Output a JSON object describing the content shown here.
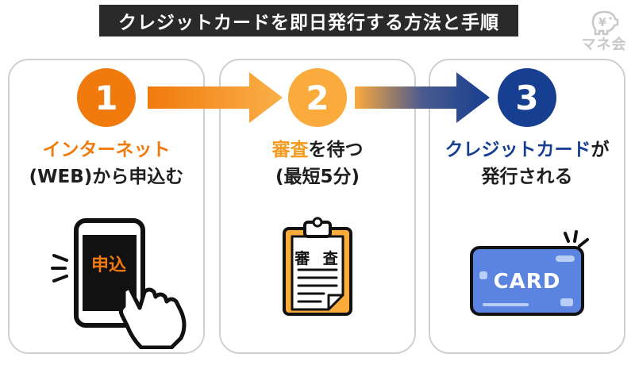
{
  "title": "クレジットカードを即日発行する方法と手順",
  "logo": {
    "text": "マネ会",
    "symbol": "¥"
  },
  "colors": {
    "orange": "#f07a0c",
    "yellow": "#fbaa3c",
    "blue": "#163e91",
    "card_blue": "#5b83e0"
  },
  "steps": [
    {
      "number": "1",
      "highlight": "インターネット",
      "line2": "(WEB)から申込む",
      "illustration_text": "申込",
      "icon": "smartphone-tap-icon"
    },
    {
      "number": "2",
      "highlight": "審査",
      "line1_rest": "を待つ",
      "line2": "(最短5分)",
      "illustration_text": "審 査",
      "icon": "clipboard-document-icon"
    },
    {
      "number": "3",
      "highlight": "クレジットカード",
      "line1_rest": "が",
      "line2": "発行される",
      "illustration_text": "CARD",
      "icon": "credit-card-icon"
    }
  ]
}
